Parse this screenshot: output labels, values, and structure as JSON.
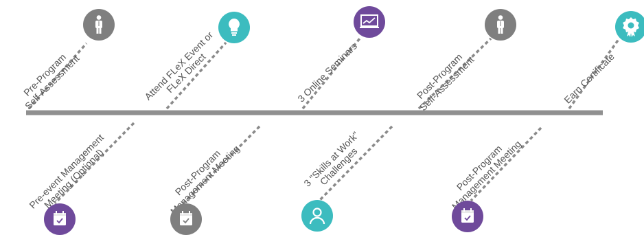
{
  "colors": {
    "gray": "#7f7f7f",
    "teal": "#3cbcbf",
    "purple": "#6f4a9b",
    "line": "#909090",
    "dash": "#8a8a8a",
    "text": "#555555"
  },
  "top_milestones": [
    {
      "lines": [
        "Pre-Program",
        "Self-Assessment"
      ],
      "icon": "person-icon",
      "color": "gray"
    },
    {
      "lines": [
        "Attend FLeX Event or",
        "FLeX Direct"
      ],
      "icon": "lightbulb-icon",
      "color": "teal"
    },
    {
      "lines": [
        "3 Online Seminars"
      ],
      "icon": "presentation-chart-icon",
      "color": "purple"
    },
    {
      "lines": [
        "Post-Program",
        "Self-Assessment"
      ],
      "icon": "person-icon",
      "color": "gray"
    },
    {
      "lines": [
        "Earn Certificate"
      ],
      "icon": "award-badge-icon",
      "color": "teal"
    }
  ],
  "bottom_milestones": [
    {
      "lines": [
        "Pre-event Management",
        "Meeting (Optional)"
      ],
      "icon": "calendar-check-icon",
      "color": "purple"
    },
    {
      "lines": [
        "Post-Program",
        "Management Meeting"
      ],
      "icon": "calendar-check-icon",
      "color": "gray"
    },
    {
      "lines": [
        "3 \"Skills at Work\"",
        "Challenges"
      ],
      "icon": "user-profile-icon",
      "color": "teal"
    },
    {
      "lines": [
        "Post-Program",
        "Management Meeting"
      ],
      "icon": "calendar-check-icon",
      "color": "purple"
    }
  ]
}
